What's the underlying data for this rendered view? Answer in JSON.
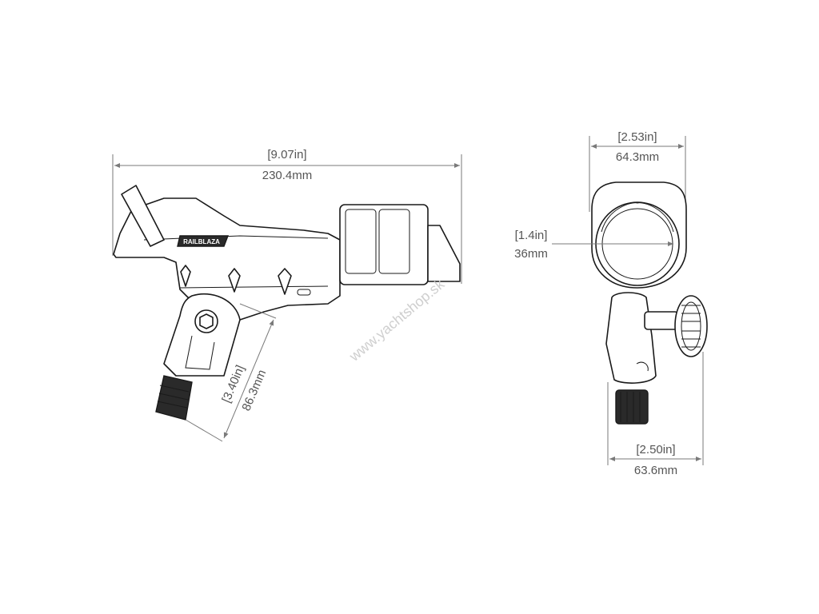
{
  "side_view": {
    "length_in": "[9.07in]",
    "length_mm": "230.4mm",
    "mount_in": "[3.40in]",
    "mount_mm": "86.3mm",
    "brand_text": "RAILBLAZA"
  },
  "end_view": {
    "width_in": "[2.53in]",
    "width_mm": "64.3mm",
    "bore_in": "[1.4in]",
    "bore_mm": "36mm",
    "base_in": "[2.50in]",
    "base_mm": "63.6mm"
  },
  "watermark": "www.yachtshop.sk"
}
